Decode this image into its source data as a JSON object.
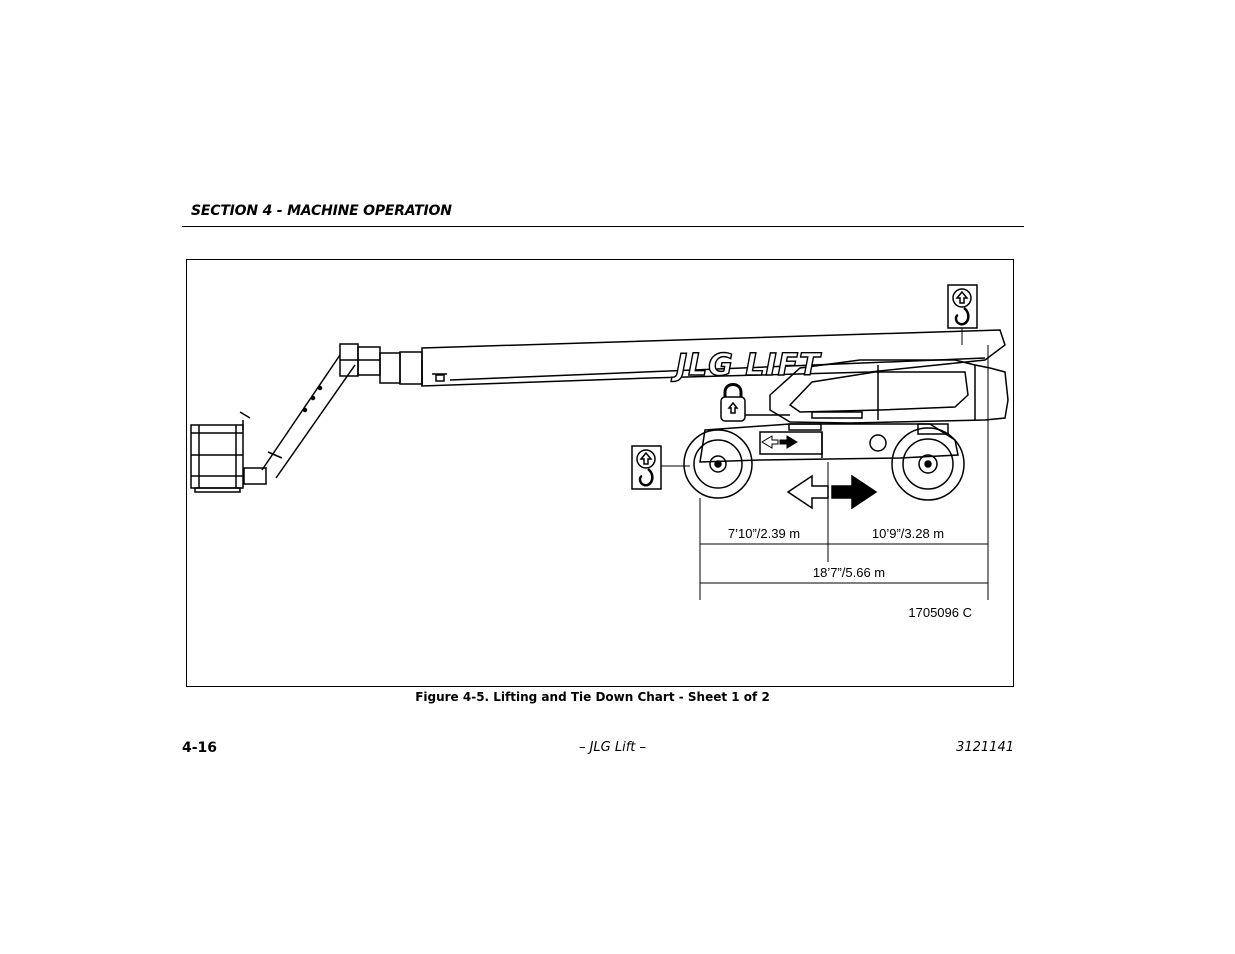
{
  "header": {
    "section_title": "SECTION 4 - MACHINE OPERATION"
  },
  "figure": {
    "logo_text": "JLG LIFT",
    "dimensions": {
      "front_segment": "7’10”/2.39 m",
      "rear_segment": "10’9”/3.28 m",
      "total_length": "18’7”/5.66 m"
    },
    "part_number": "1705096 C",
    "icons": [
      "lift-point-icon",
      "lift-point-icon",
      "tie-down-lock-icon",
      "direction-arrows-icon"
    ],
    "caption": "Figure 4-5. Lifting and Tie Down Chart - Sheet 1 of 2"
  },
  "footer": {
    "page_number": "4-16",
    "center_text": "– JLG Lift –",
    "doc_number": "3121141"
  }
}
